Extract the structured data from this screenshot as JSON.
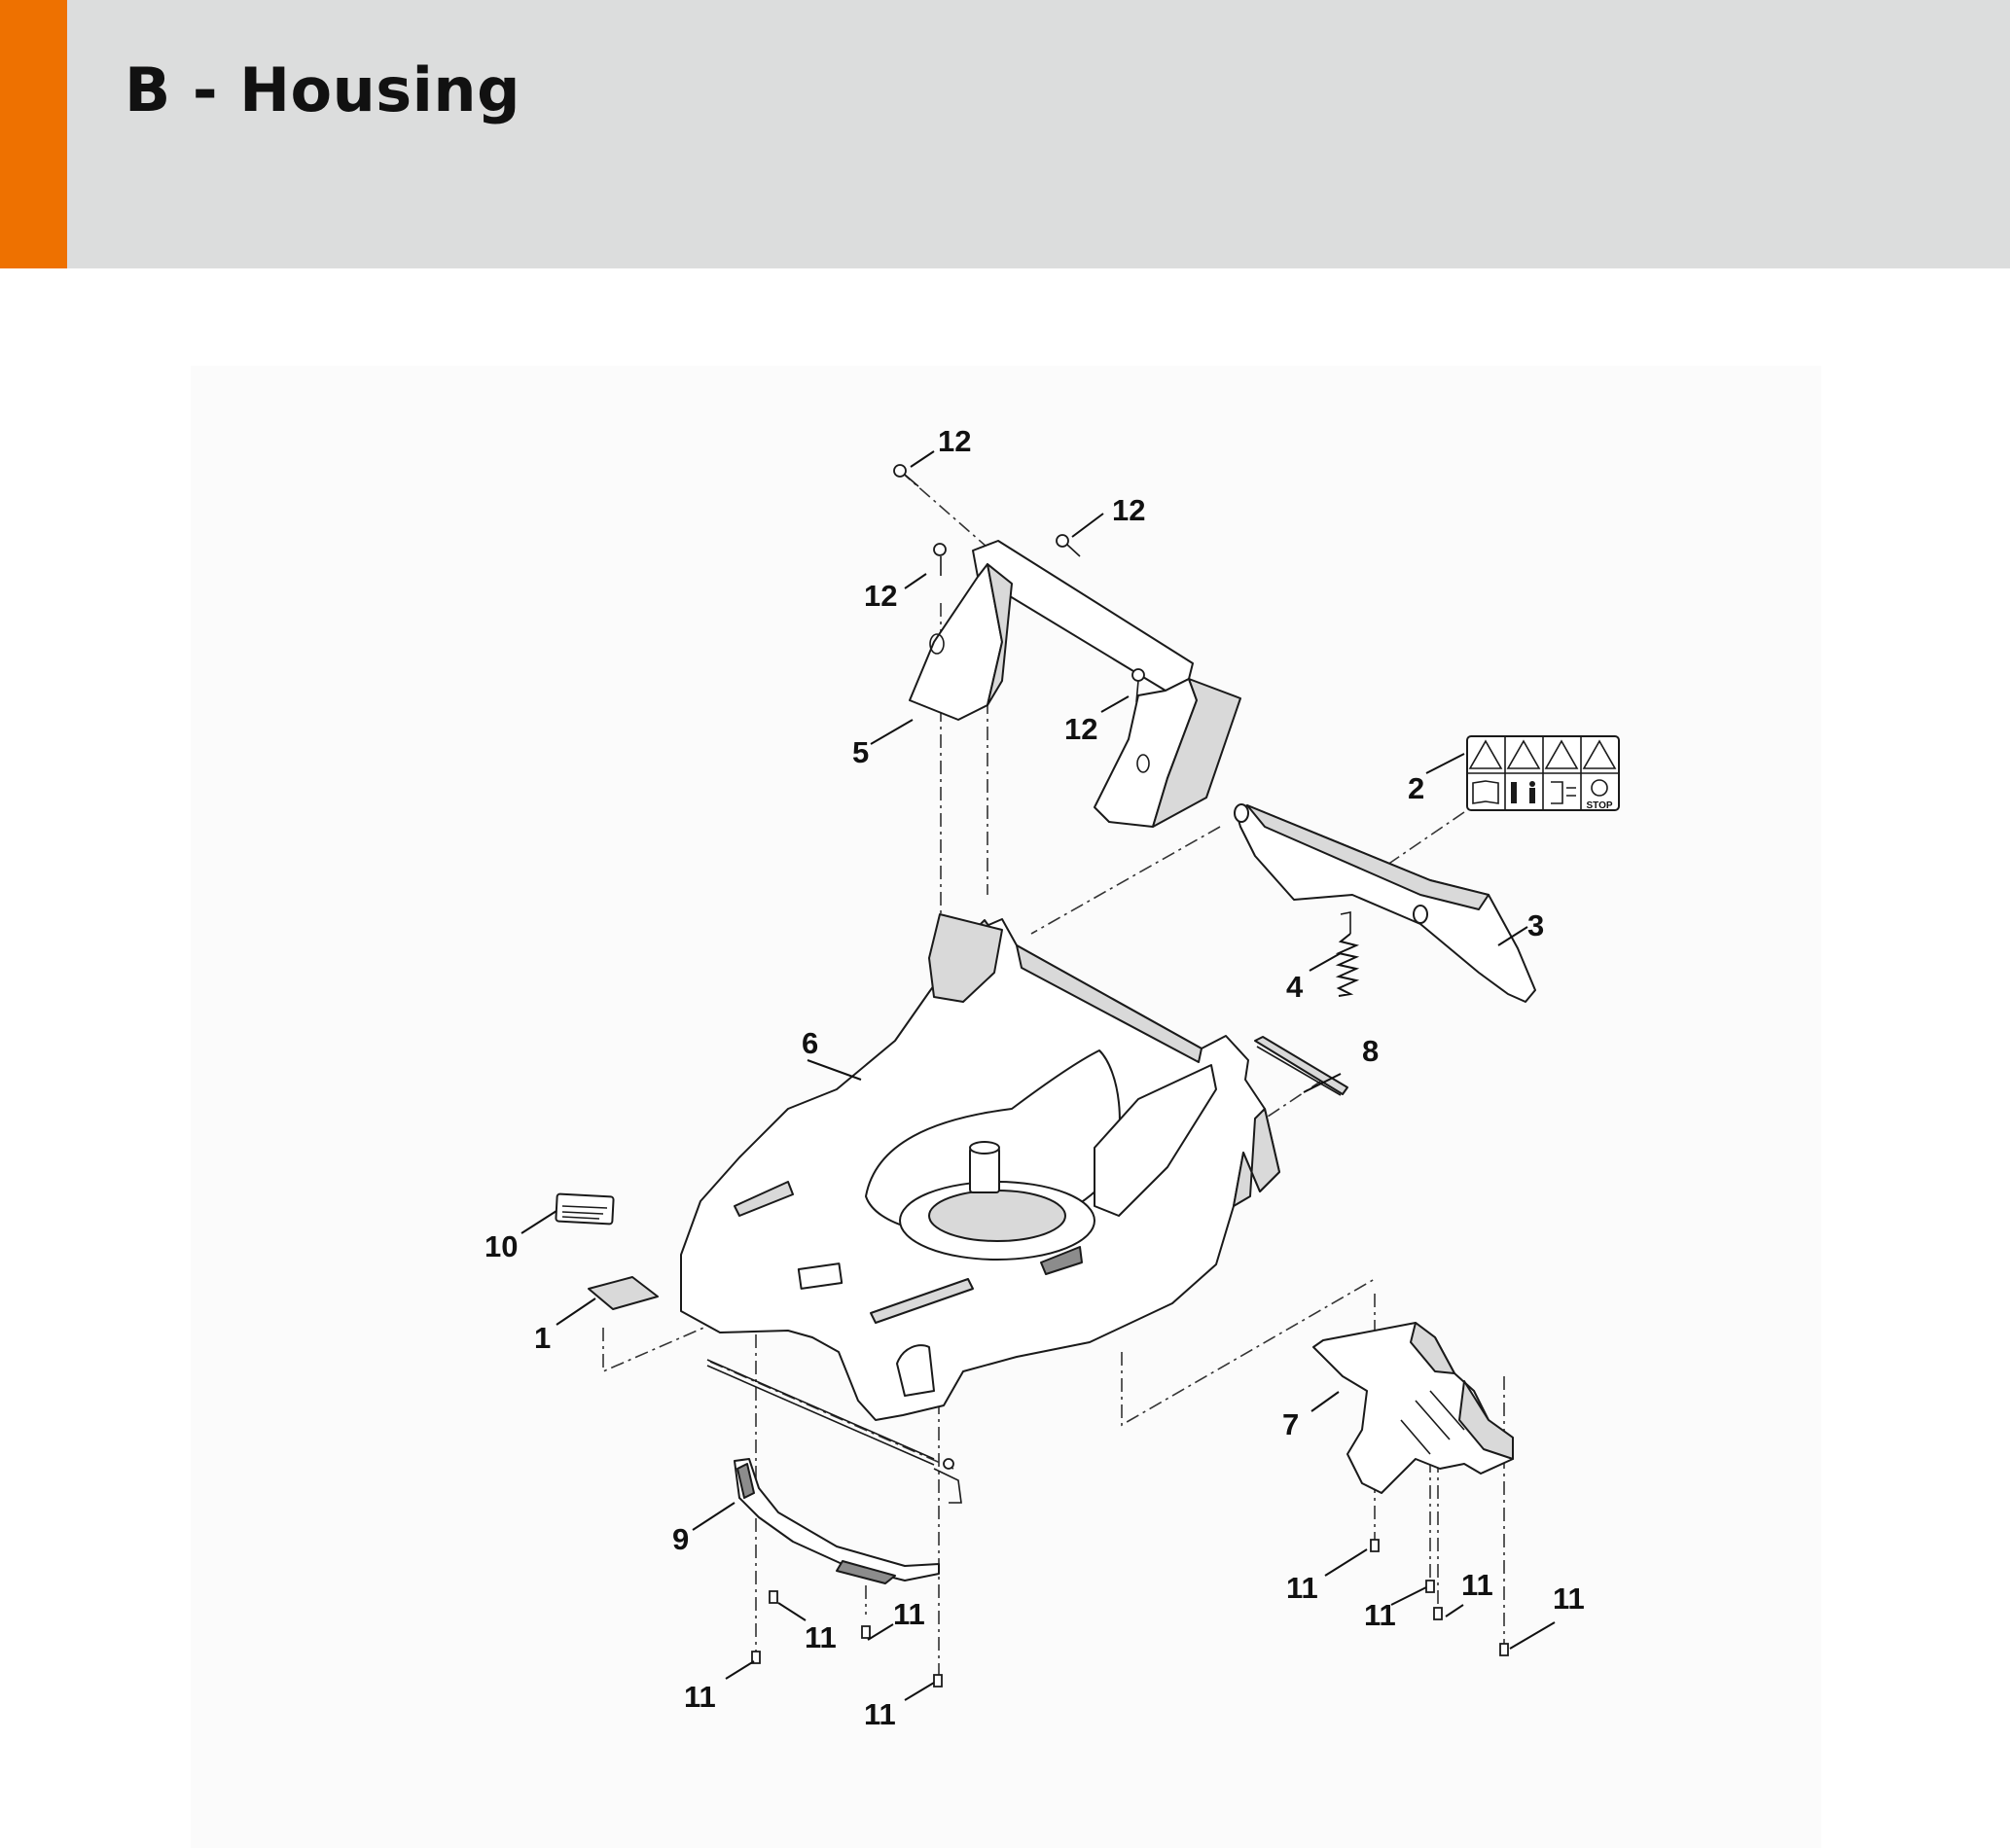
{
  "header": {
    "title": "B - Housing",
    "accent_color": "#ee7100",
    "background_color": "#dcdddd"
  },
  "diagram": {
    "callouts": [
      "12",
      "12",
      "12",
      "12",
      "5",
      "2",
      "3",
      "4",
      "6",
      "8",
      "10",
      "1",
      "7",
      "9",
      "11",
      "11",
      "11",
      "11",
      "11",
      "11",
      "11",
      "11"
    ],
    "label_stop": "STOP"
  }
}
